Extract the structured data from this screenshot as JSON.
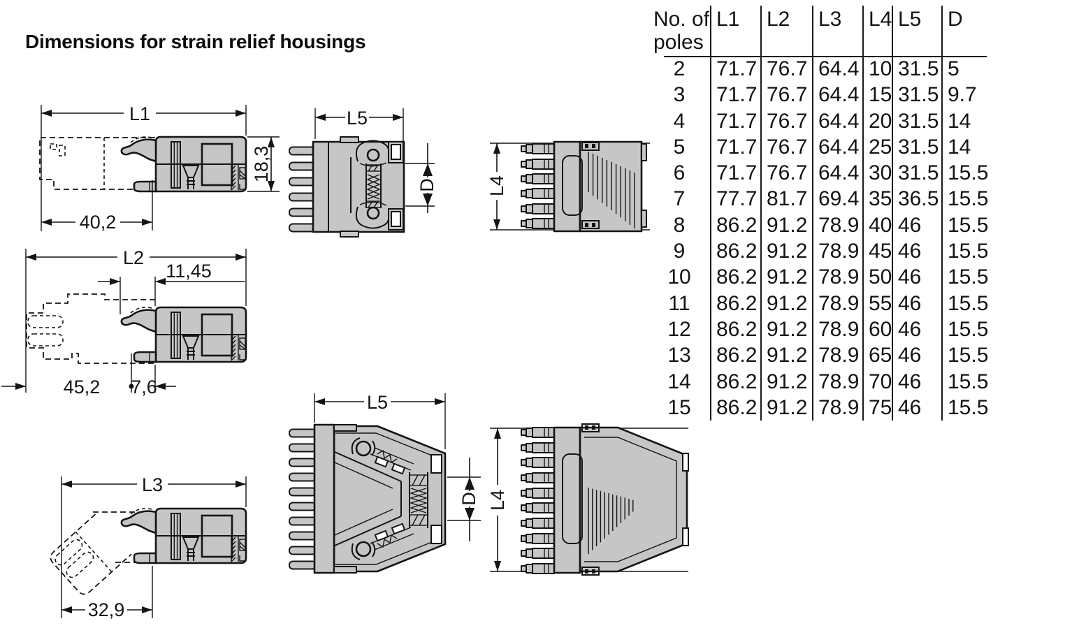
{
  "title": "Dimensions for strain relief housings",
  "table": {
    "header": {
      "line1": "No. of",
      "line2": "poles"
    },
    "columns": [
      "L1",
      "L2",
      "L3",
      "L4",
      "L5",
      "D"
    ],
    "rows": [
      [
        "2",
        "71.7",
        "76.7",
        "64.4",
        "10",
        "31.5",
        "5"
      ],
      [
        "3",
        "71.7",
        "76.7",
        "64.4",
        "15",
        "31.5",
        "9.7"
      ],
      [
        "4",
        "71.7",
        "76.7",
        "64.4",
        "20",
        "31.5",
        "14"
      ],
      [
        "5",
        "71.7",
        "76.7",
        "64.4",
        "25",
        "31.5",
        "14"
      ],
      [
        "6",
        "71.7",
        "76.7",
        "64.4",
        "30",
        "31.5",
        "15.5"
      ],
      [
        "7",
        "77.7",
        "81.7",
        "69.4",
        "35",
        "36.5",
        "15.5"
      ],
      [
        "8",
        "86.2",
        "91.2",
        "78.9",
        "40",
        "46",
        "15.5"
      ],
      [
        "9",
        "86.2",
        "91.2",
        "78.9",
        "45",
        "46",
        "15.5"
      ],
      [
        "10",
        "86.2",
        "91.2",
        "78.9",
        "50",
        "46",
        "15.5"
      ],
      [
        "11",
        "86.2",
        "91.2",
        "78.9",
        "55",
        "46",
        "15.5"
      ],
      [
        "12",
        "86.2",
        "91.2",
        "78.9",
        "60",
        "46",
        "15.5"
      ],
      [
        "13",
        "86.2",
        "91.2",
        "78.9",
        "65",
        "46",
        "15.5"
      ],
      [
        "14",
        "86.2",
        "91.2",
        "78.9",
        "70",
        "46",
        "15.5"
      ],
      [
        "15",
        "86.2",
        "91.2",
        "78.9",
        "75",
        "46",
        "15.5"
      ]
    ]
  },
  "dims": {
    "d1": {
      "length": "L1",
      "base": "40,2",
      "height": "18,3"
    },
    "d2": {
      "width": "L5",
      "depth": "D"
    },
    "d3": {
      "span": "L4"
    },
    "d4": {
      "length": "L2",
      "offset": "11,45",
      "base": "45,2",
      "pin": "7,6"
    },
    "d5": {
      "length": "L3",
      "base": "32,9"
    },
    "d6": {
      "width": "L5",
      "depth": "D"
    },
    "d7": {
      "span": "L4"
    }
  },
  "colors": {
    "housing": "#c5c6c5",
    "line": "#141414",
    "background": "#ffffff"
  }
}
